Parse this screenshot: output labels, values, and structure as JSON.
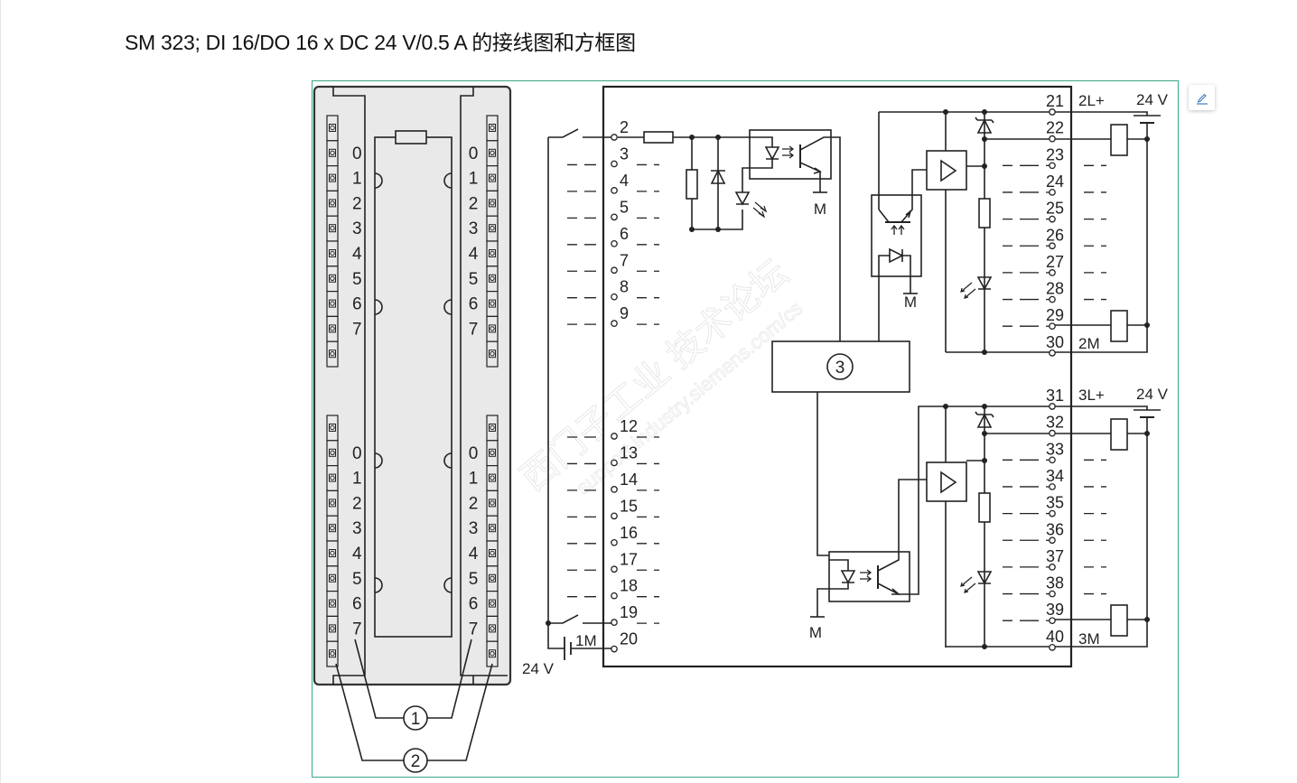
{
  "title": "SM 323; DI 16/DO 16 x DC 24 V/0.5 A 的接线图和方框图",
  "toolbar": {
    "edit_icon": "pencil-icon"
  },
  "colors": {
    "frame_border": "#3aa58a",
    "module_fill": "#e9e9e9",
    "line": "#222222"
  },
  "diagram": {
    "module_channels": [
      "0",
      "1",
      "2",
      "3",
      "4",
      "5",
      "6",
      "7"
    ],
    "callouts": {
      "c1": "1",
      "c2": "2",
      "c3": "3"
    },
    "inputs": {
      "upper": [
        "2",
        "3",
        "4",
        "5",
        "6",
        "7",
        "8",
        "9"
      ],
      "lower": [
        "12",
        "13",
        "14",
        "15",
        "16",
        "17",
        "18",
        "19",
        "20"
      ],
      "common_label": "1M",
      "supply_label": "24 V",
      "ground_label": "M"
    },
    "outputs": {
      "group2": {
        "terminals": [
          "21",
          "22",
          "23",
          "24",
          "25",
          "26",
          "27",
          "28",
          "29",
          "30"
        ],
        "plus": "2L+",
        "minus": "2M",
        "supply": "24 V",
        "ground": "M"
      },
      "group3": {
        "terminals": [
          "31",
          "32",
          "33",
          "34",
          "35",
          "36",
          "37",
          "38",
          "39",
          "40"
        ],
        "plus": "3L+",
        "minus": "3M",
        "supply": "24 V",
        "ground": "M"
      }
    },
    "watermark": {
      "line1": "西门子工业  技术论坛",
      "line2": "support.industry.siemens.com/cs"
    }
  }
}
